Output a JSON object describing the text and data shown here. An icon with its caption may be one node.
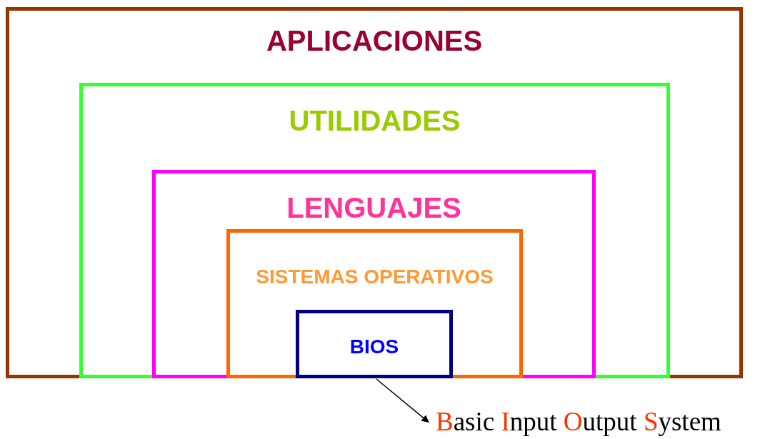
{
  "diagram": {
    "nodes": [
      {
        "text": [
          "APLICACIONES"
        ]
      },
      {
        "text": [
          "UTILIDADES"
        ],
        "in": 0
      },
      {
        "text": [
          "LENGUAJES"
        ],
        "in": 1
      },
      {
        "text": [
          "SISTEMAS OPERATIVOS"
        ],
        "in": 2
      },
      {
        "text": [
          "BIOS"
        ],
        "in": 3
      },
      {
        "text": [
          "Basic Input Output System"
        ]
      }
    ],
    "edges": [
      {
        "from": 4,
        "to": 5,
        "arrow": "to"
      }
    ]
  }
}
